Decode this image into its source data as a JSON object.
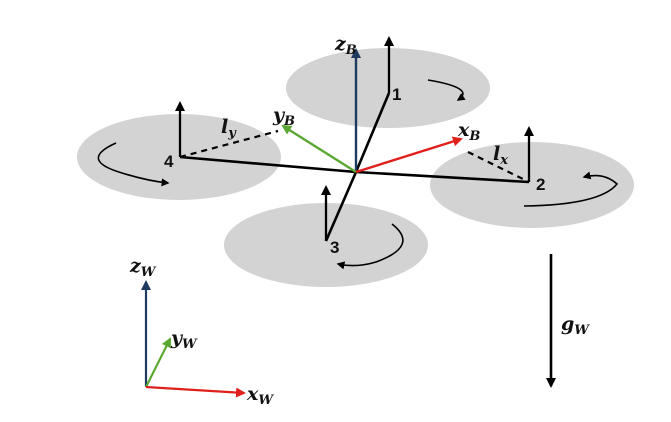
{
  "colors": {
    "rotor_disc": "#d3d3d3",
    "axis_z": "#1f3a5f",
    "axis_y": "#5aa832",
    "axis_x": "#e0201b",
    "frame_line": "#000000"
  },
  "rotors": [
    {
      "label": "1"
    },
    {
      "label": "2"
    },
    {
      "label": "3"
    },
    {
      "label": "4"
    }
  ],
  "body_frame": {
    "z": {
      "symbol": "z",
      "sub": "B"
    },
    "y": {
      "symbol": "y",
      "sub": "B"
    },
    "x": {
      "symbol": "x",
      "sub": "B"
    }
  },
  "arm_lengths": {
    "ly": {
      "symbol": "l",
      "sub": "y"
    },
    "lx": {
      "symbol": "l",
      "sub": "x"
    }
  },
  "world_frame": {
    "z": {
      "symbol": "z",
      "sub": "W"
    },
    "y": {
      "symbol": "y",
      "sub": "W"
    },
    "x": {
      "symbol": "x",
      "sub": "W"
    }
  },
  "gravity": {
    "symbol": "g",
    "sub": "W"
  }
}
